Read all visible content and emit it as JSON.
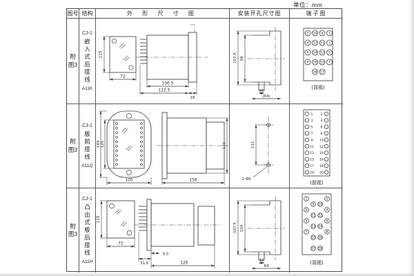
{
  "unit_label": "单位：mm",
  "headers": {
    "fig_no": "图号",
    "structure": "结构",
    "outline": "外 形 尺 寸 图",
    "install": "安装开孔尺寸图",
    "terminal": "端子图"
  },
  "rows": [
    {
      "fig_no": "附图3",
      "series": "CJ-1",
      "structure": "嵌入式后接线",
      "model": "A11K",
      "outline": {
        "front_h": "115",
        "front_w": "72",
        "body_l": "100.5",
        "total_l": "122.5",
        "flange_t": "16"
      },
      "install": {
        "v_outer": "107.5",
        "v_inner": "94",
        "h_inner": "16",
        "h_outer": "(64)"
      },
      "terminal": {
        "caption": "(背视)",
        "style": "grid",
        "grid": [
          [
            2,
            10,
            9,
            1
          ],
          [
            4,
            12,
            11,
            3
          ],
          [
            6,
            14,
            13,
            5
          ],
          [
            8,
            16,
            15,
            7
          ],
          [
            null,
            18,
            17,
            null
          ]
        ]
      }
    },
    {
      "fig_no": "附图3",
      "series": "CJ-1",
      "structure": "板前接线",
      "model": "A11Q",
      "outline": {
        "front_h": "149",
        "front_h2": "125",
        "front_w": "105",
        "body_l": "156",
        "side_h": "110"
      },
      "install": {
        "v_dim": "131",
        "hole_label": "2-Φ6"
      },
      "terminal": {
        "caption": "(前视)",
        "style": "strip",
        "pairs": [
          [
            1,
            2
          ],
          [
            3,
            4
          ],
          [
            5,
            6
          ],
          [
            7,
            8
          ],
          [
            9,
            10
          ],
          [
            11,
            12
          ],
          [
            13,
            14
          ],
          [
            15,
            16
          ],
          [
            17,
            18
          ],
          [
            19,
            20
          ]
        ]
      }
    },
    {
      "fig_no": "附图3",
      "series": "CJ-1",
      "structure": "凸出式板后接线",
      "model": "A11H",
      "outline": {
        "front_h": "115",
        "front_w": "72",
        "pin_l": "31.5",
        "gap": "9.5",
        "body_l": "126"
      },
      "install": {
        "v_outer": "107.5",
        "v_inner": "104",
        "h_inner": "16",
        "h_outer": "64"
      },
      "terminal": {
        "caption": "(背视)",
        "style": "staggered",
        "grid": [
          [
            1,
            9,
            10,
            2
          ],
          [
            3,
            11,
            12,
            4
          ],
          [
            5,
            13,
            14,
            6
          ],
          [
            7,
            15,
            16,
            8
          ],
          [
            null,
            17,
            18,
            null
          ]
        ]
      }
    }
  ]
}
